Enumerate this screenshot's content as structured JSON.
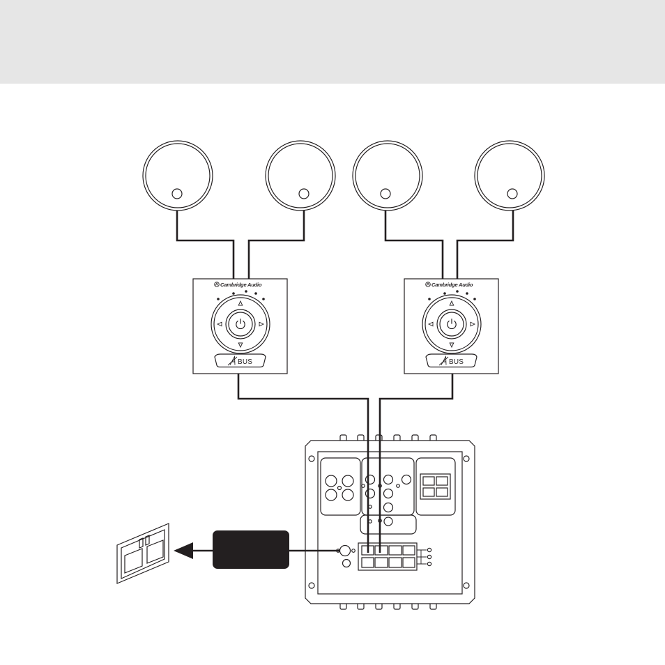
{
  "keypads": [
    {
      "brand": "Cambridge Audio",
      "bus_label": "BUS"
    },
    {
      "brand": "Cambridge Audio",
      "bus_label": "BUS"
    }
  ],
  "icons": {
    "speaker": "ceiling-speaker-icon",
    "keypad_center": "power-icon",
    "keypad_arrows": [
      "up-arrow-icon",
      "down-arrow-icon",
      "left-arrow-icon",
      "right-arrow-icon"
    ],
    "bus_logo": "a-bus-icon",
    "socket": "wall-socket-icon",
    "mains_arrow": "left-arrow-icon"
  },
  "colors": {
    "background": "#ffffff",
    "header_band": "#e6e6e6",
    "line": "#231f20",
    "power_supply": "#231f20"
  }
}
